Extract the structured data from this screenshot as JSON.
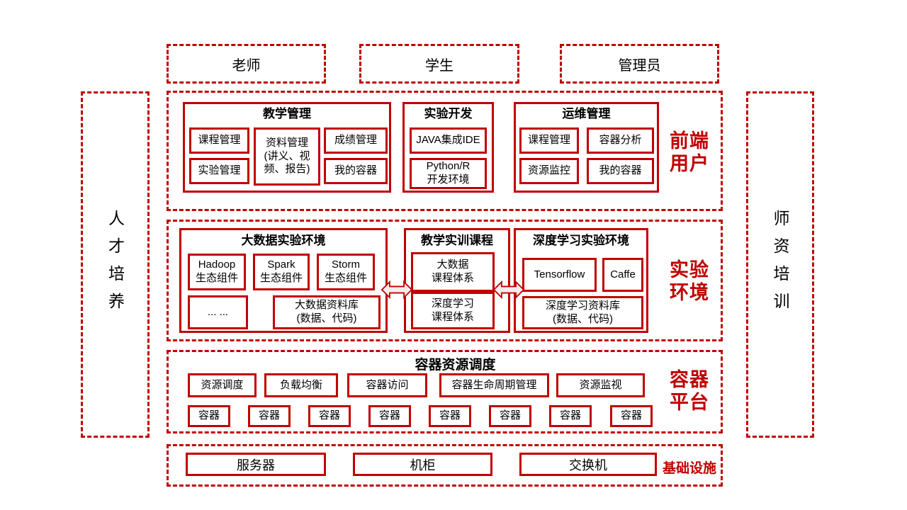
{
  "colors": {
    "accent": "#C00000",
    "text": "#000000",
    "background": "#FFFFFF",
    "arrow_fill": "#FAEBEB"
  },
  "actors": [
    {
      "label": "老师"
    },
    {
      "label": "学生"
    },
    {
      "label": "管理员"
    }
  ],
  "side_panels": {
    "left": {
      "label": "人才培养"
    },
    "right": {
      "label": "师资培训"
    }
  },
  "sections": {
    "frontend_users": {
      "side_label": "前端\n用户",
      "groups": {
        "teaching_management": {
          "title": "教学管理",
          "items": {
            "course_mgmt": "课程管理",
            "experiment_mgmt": "实验管理",
            "material_mgmt": "资料管理\n(讲义、视频、报告)",
            "grade_mgmt": "成绩管理",
            "my_container": "我的容器"
          }
        },
        "experiment_dev": {
          "title": "实验开发",
          "items": {
            "java_ide": "JAVA集成IDE",
            "python_r": "Python/R\n开发环境"
          }
        },
        "ops_management": {
          "title": "运维管理",
          "items": {
            "course_mgmt": "课程管理",
            "container_analysis": "容器分析",
            "resource_monitor": "资源监控",
            "my_container": "我的容器"
          }
        }
      }
    },
    "experiment_env": {
      "side_label": "实验\n环境",
      "groups": {
        "bigdata_env": {
          "title": "大数据实验环境",
          "items": {
            "hadoop": "Hadoop\n生态组件",
            "spark": "Spark\n生态组件",
            "storm": "Storm\n生态组件",
            "ellipsis": "... ...",
            "bigdata_repo": "大数据资料库\n(数据、代码)"
          }
        },
        "training_courses": {
          "title": "教学实训课程",
          "items": {
            "bigdata_course": "大数据\n课程体系",
            "deeplearning_course": "深度学习\n课程体系"
          }
        },
        "deeplearning_env": {
          "title": "深度学习实验环境",
          "items": {
            "tensorflow": "Tensorflow",
            "caffe": "Caffe",
            "dl_repo": "深度学习资料库\n(数据、代码)"
          }
        }
      }
    },
    "container_platform": {
      "side_label": "容器\n平台",
      "title": "容器资源调度",
      "services": [
        "资源调度",
        "负载均衡",
        "容器访问",
        "容器生命周期管理",
        "资源监视"
      ],
      "containers": [
        "容器",
        "容器",
        "容器",
        "容器",
        "容器",
        "容器",
        "容器",
        "容器"
      ]
    },
    "infrastructure": {
      "side_label": "基础设施",
      "items": [
        "服务器",
        "机柜",
        "交换机"
      ]
    }
  }
}
